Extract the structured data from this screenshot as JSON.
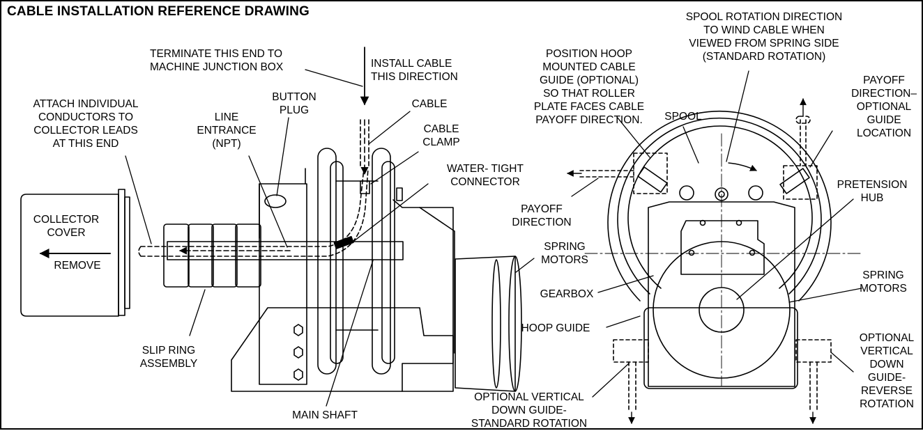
{
  "title": "CABLE INSTALLATION REFERENCE DRAWING",
  "labels": {
    "terminate_end": "TERMINATE THIS END TO\nMACHINE JUNCTION BOX",
    "install_cable": "INSTALL CABLE\nTHIS DIRECTION",
    "attach_conductors": "ATTACH INDIVIDUAL\nCONDUCTORS TO\nCOLLECTOR LEADS\nAT THIS END",
    "button_plug": "BUTTON\nPLUG",
    "line_entrance": "LINE\nENTRANCE\n(NPT)",
    "cable": "CABLE",
    "cable_clamp": "CABLE\nCLAMP",
    "water_tight": "WATER- TIGHT\nCONNECTOR",
    "collector_cover": "COLLECTOR\nCOVER",
    "remove": "REMOVE",
    "spring_motors_left": "SPRING\nMOTORS",
    "gearbox": "GEARBOX",
    "hoop_guide": "HOOP GUIDE",
    "slip_ring": "SLIP RING\nASSEMBLY",
    "main_shaft": "MAIN SHAFT",
    "optional_vertical_down_standard": "OPTIONAL VERTICAL\nDOWN GUIDE-\nSTANDARD ROTATION",
    "position_hoop": "POSITION HOOP\nMOUNTED CABLE\nGUIDE (OPTIONAL)\nSO THAT ROLLER\nPLATE FACES CABLE\nPAYOFF DIRECTION.",
    "spool_rotation": "SPOOL ROTATION DIRECTION\nTO WIND CABLE WHEN\nVIEWED FROM SPRING SIDE\n(STANDARD ROTATION)",
    "spool": "SPOOL",
    "payoff_direction_optional": "PAYOFF\nDIRECTION–\nOPTIONAL\nGUIDE\nLOCATION",
    "payoff_direction": "PAYOFF\nDIRECTION",
    "pretension_hub": "PRETENSION\nHUB",
    "spring_motors_right": "SPRING\nMOTORS",
    "optional_vertical_down_reverse": "OPTIONAL\nVERTICAL\nDOWN\nGUIDE-\nREVERSE\nROTATION"
  }
}
